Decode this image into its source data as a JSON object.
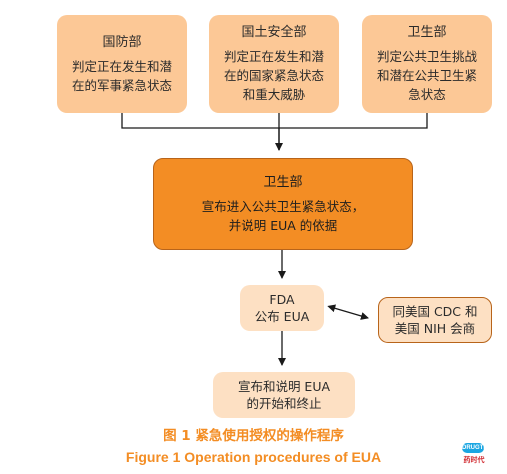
{
  "nodes": {
    "mod": {
      "title": "国防部",
      "body": "判定正在发生和潜\n在的军事紧急状态"
    },
    "dhs": {
      "title": "国土安全部",
      "body": "判定正在发生和潜\n在的国家紧急状态\n和重大威胁"
    },
    "hhs_top": {
      "title": "卫生部",
      "body": "判定公共卫生挑战\n和潜在公共卫生紧\n急状态"
    },
    "hhs_mid": {
      "title": "卫生部",
      "body": "宣布进入公共卫生紧急状态，\n并说明 EUA 的依据"
    },
    "fda": {
      "body": "FDA\n公布 EUA"
    },
    "consult": {
      "body": "同美国 CDC 和\n美国 NIH 会商"
    },
    "final": {
      "body": "宣布和说明 EUA\n的开始和终止"
    }
  },
  "caption": {
    "cn": "图 1  紧急使用授权的操作程序",
    "en": "Figure 1  Operation procedures of EUA"
  },
  "logo": {
    "badge": "DRUGTIMES",
    "word": "药时代"
  },
  "colors": {
    "light_node": "#fcc896",
    "pale_node": "#fde0c3",
    "dark_node": "#f38d24",
    "caption": "#f38d24"
  }
}
